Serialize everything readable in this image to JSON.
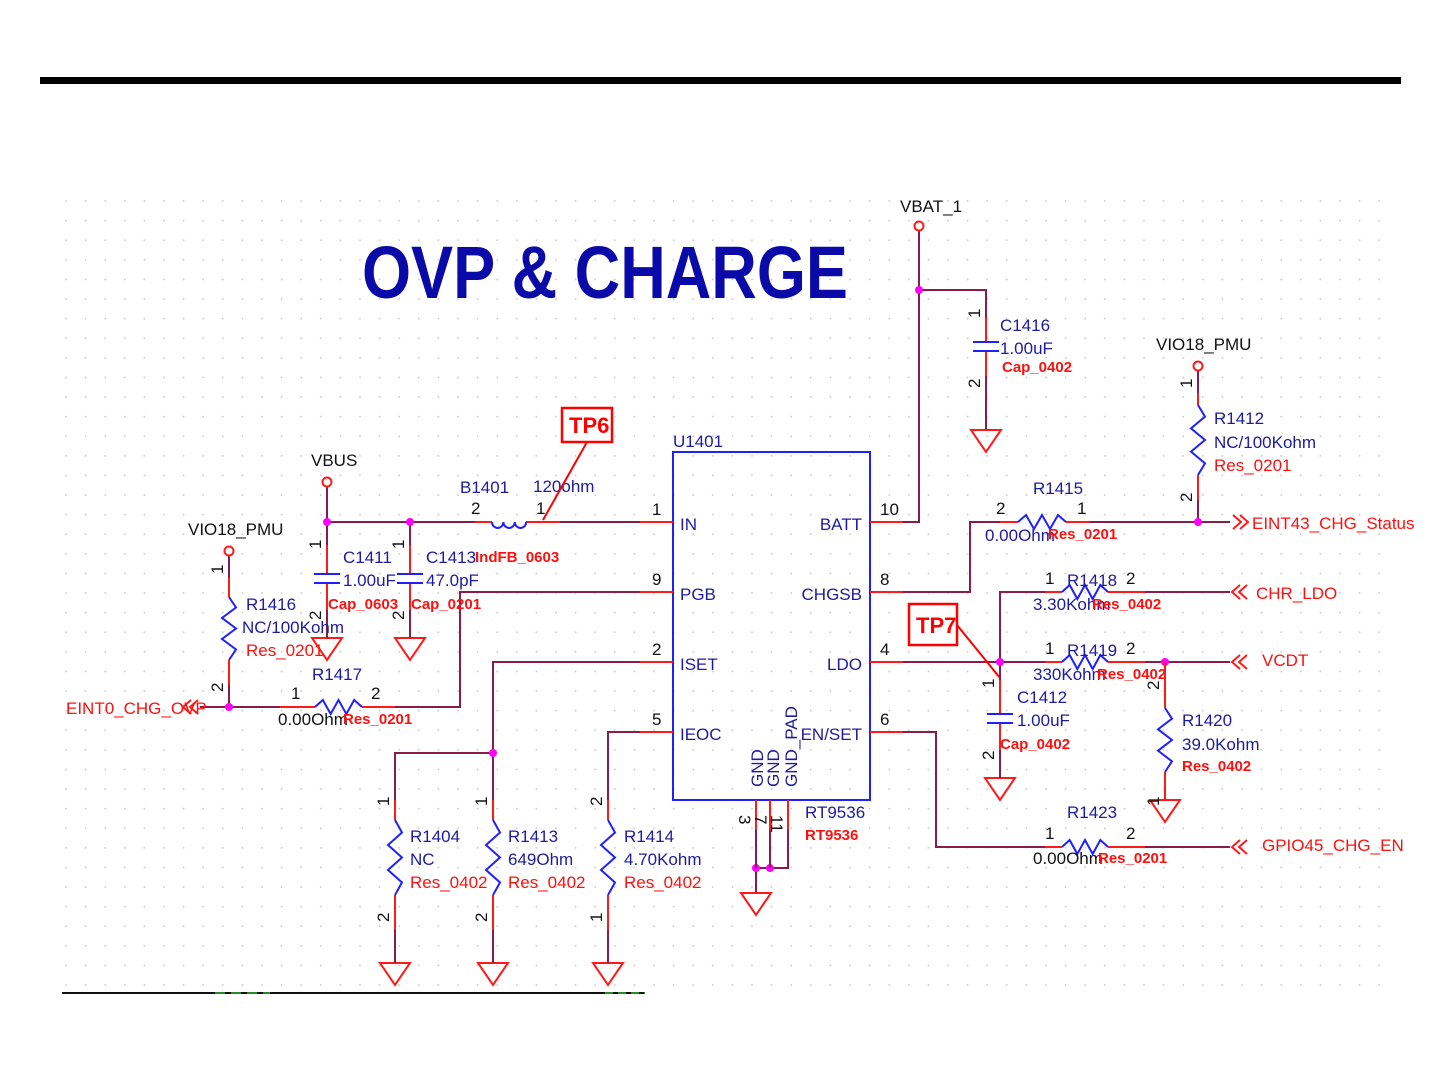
{
  "title": "OVP &  CHARGE",
  "ic": {
    "designator": "U1401",
    "part": "RT9536",
    "part_footprint": "RT9536",
    "pins_left": [
      {
        "name": "IN",
        "num": "1"
      },
      {
        "name": "PGB",
        "num": "9"
      },
      {
        "name": "ISET",
        "num": "2"
      },
      {
        "name": "IEOC",
        "num": "5"
      }
    ],
    "pins_right": [
      {
        "name": "BATT",
        "num": "10"
      },
      {
        "name": "CHGSB",
        "num": "8"
      },
      {
        "name": "LDO",
        "num": "4"
      },
      {
        "name": "EN/SET",
        "num": "6"
      }
    ],
    "pins_bottom": [
      {
        "name": "GND",
        "num": "3"
      },
      {
        "name": "GND",
        "num": "7"
      },
      {
        "name": "GND_PAD",
        "num": "11"
      }
    ]
  },
  "power": {
    "vbat": "VBAT_1",
    "vbus": "VBUS",
    "vio_left": "VIO18_PMU",
    "vio_right": "VIO18_PMU"
  },
  "ports": {
    "eint0": "EINT0_CHG_OVP",
    "eint43": "EINT43_CHG_Status",
    "chr_ldo": "CHR_LDO",
    "vcdt": "VCDT",
    "gpio45": "GPIO45_CHG_EN"
  },
  "test_points": {
    "tp6": "TP6",
    "tp7": "TP7"
  },
  "components": {
    "B1401": {
      "ref": "B1401",
      "value": "120ohm",
      "footprint": "IndFB_0603",
      "p1": "1",
      "p2": "2"
    },
    "C1411": {
      "ref": "C1411",
      "value": "1.00uF",
      "footprint": "Cap_0603",
      "p1": "1",
      "p2": "2"
    },
    "C1413": {
      "ref": "C1413",
      "value": "47.0pF",
      "footprint": "Cap_0201",
      "p1": "1",
      "p2": "2"
    },
    "C1416": {
      "ref": "C1416",
      "value": "1.00uF",
      "footprint": "Cap_0402",
      "p1": "1",
      "p2": "2"
    },
    "C1412": {
      "ref": "C1412",
      "value": "1.00uF",
      "footprint": "Cap_0402",
      "p1": "1",
      "p2": "2"
    },
    "R1416": {
      "ref": "R1416",
      "value": "NC/100Kohm",
      "footprint": "Res_0201",
      "p1": "1",
      "p2": "2"
    },
    "R1417": {
      "ref": "R1417",
      "value": "0.00Ohm",
      "footprint": "Res_0201",
      "p1": "1",
      "p2": "2"
    },
    "R1404": {
      "ref": "R1404",
      "value": "NC",
      "footprint": "Res_0402",
      "p1": "1",
      "p2": "2"
    },
    "R1413": {
      "ref": "R1413",
      "value": "649Ohm",
      "footprint": "Res_0402",
      "p1": "1",
      "p2": "2"
    },
    "R1414": {
      "ref": "R1414",
      "value": "4.70Kohm",
      "footprint": "Res_0402",
      "p1": "1",
      "p2": "2"
    },
    "R1412": {
      "ref": "R1412",
      "value": "NC/100Kohm",
      "footprint": "Res_0201",
      "p1": "1",
      "p2": "2"
    },
    "R1415": {
      "ref": "R1415",
      "value": "0.00Ohm",
      "footprint": "Res_0201",
      "p1": "1",
      "p2": "2"
    },
    "R1418": {
      "ref": "R1418",
      "value": "3.30Kohm",
      "footprint": "Res_0402",
      "p1": "1",
      "p2": "2"
    },
    "R1419": {
      "ref": "R1419",
      "value": "330Kohm",
      "footprint": "Res_0402",
      "p1": "1",
      "p2": "2"
    },
    "R1420": {
      "ref": "R1420",
      "value": "39.0Kohm",
      "footprint": "Res_0402",
      "p1": "1",
      "p2": "2"
    },
    "R1423": {
      "ref": "R1423",
      "value": "0.00Ohm",
      "footprint": "Res_0201",
      "p1": "1",
      "p2": "2"
    }
  },
  "colors": {
    "wire": "#8a1c4c",
    "pin": "#ff1a1a",
    "component_body": "#2020ff",
    "label_text": "#1c1c9c",
    "footprint_text": "#ff1010",
    "junction": "#ff00ff",
    "title": "#0a0aa8"
  }
}
